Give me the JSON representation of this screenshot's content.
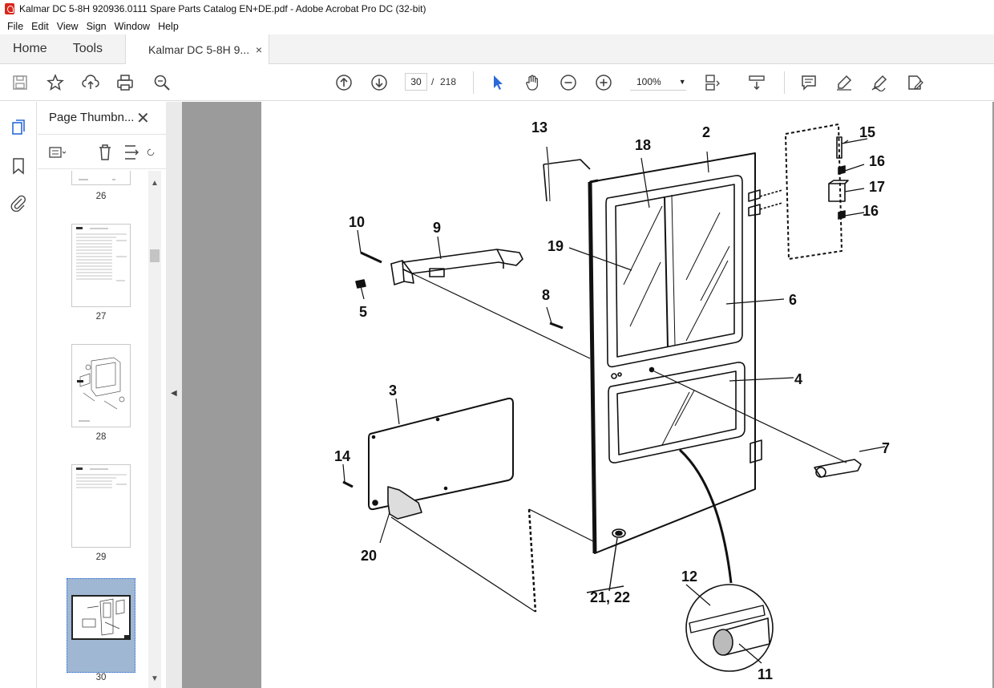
{
  "window": {
    "title": "Kalmar DC 5-8H 920936.0111 Spare Parts Catalog EN+DE.pdf - Adobe Acrobat Pro DC (32-bit)"
  },
  "menu": [
    "File",
    "Edit",
    "View",
    "Sign",
    "Window",
    "Help"
  ],
  "tabs": {
    "home": "Home",
    "tools": "Tools",
    "document": "Kalmar DC 5-8H 9...",
    "close": "×"
  },
  "toolbar": {
    "current_page": "30",
    "page_sep": "/",
    "total_pages": "218",
    "zoom": "100%",
    "icons": [
      "save-icon",
      "star-icon",
      "upload-icon",
      "print-icon",
      "zoom-search-icon",
      "page-up-icon",
      "page-down-icon",
      "select-arrow-icon",
      "hand-icon",
      "zoom-out-icon",
      "zoom-in-icon",
      "fit-page-icon",
      "scroll-mode-icon",
      "comment-icon",
      "highlight-icon",
      "draw-icon",
      "edit-fill-icon"
    ]
  },
  "panel": {
    "title": "Page Thumbn...",
    "close": "✕",
    "thumbnails": [
      {
        "label": "26"
      },
      {
        "label": "27"
      },
      {
        "label": "28"
      },
      {
        "label": "29"
      },
      {
        "label": "30",
        "selected": true
      }
    ]
  },
  "diagram": {
    "callouts": [
      "13",
      "18",
      "2",
      "15",
      "16",
      "17",
      "16",
      "10",
      "9",
      "19",
      "5",
      "8",
      "6",
      "4",
      "3",
      "7",
      "14",
      "20",
      "12",
      "21, 22",
      "11"
    ]
  },
  "colors": {
    "accent_blue": "#2a6ad8",
    "doc_background": "#9b9b9b",
    "acrobat_red": "#d9261c"
  }
}
